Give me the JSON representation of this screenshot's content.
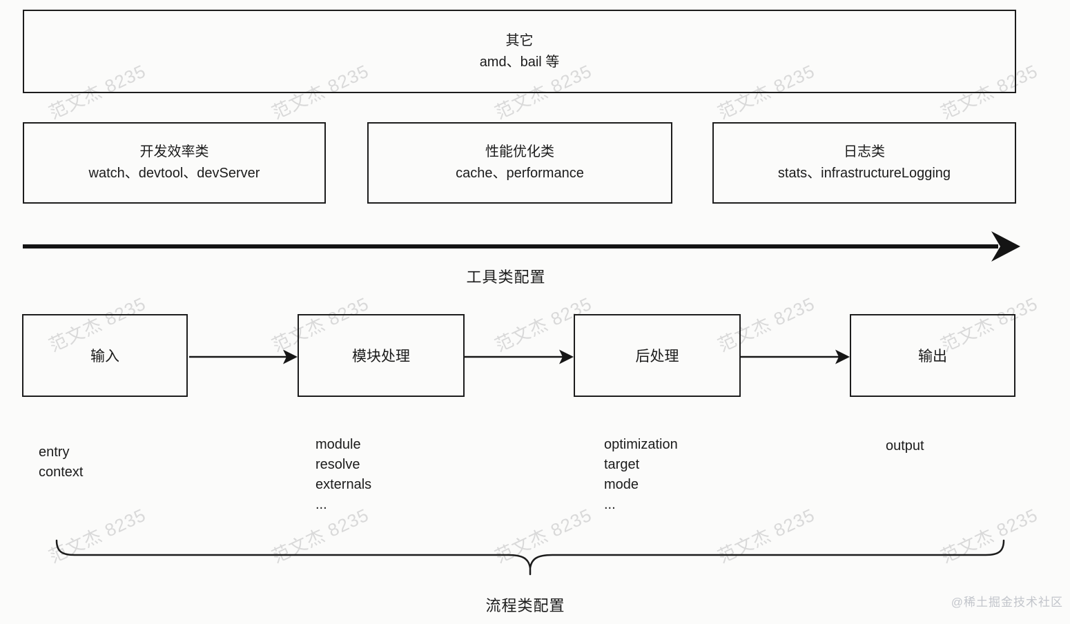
{
  "watermark": {
    "text": "范文杰 8235"
  },
  "credit": "@稀土掘金技术社区",
  "misc_box": {
    "title": "其它",
    "items": "amd、bail 等"
  },
  "tool_boxes": [
    {
      "title": "开发效率类",
      "items": "watch、devtool、devServer"
    },
    {
      "title": "性能优化类",
      "items": "cache、performance"
    },
    {
      "title": "日志类",
      "items": "stats、infrastructureLogging"
    }
  ],
  "tool_axis_label": "工具类配置",
  "flow": {
    "stages": [
      {
        "label": "输入",
        "configs": [
          "entry",
          "context"
        ]
      },
      {
        "label": "模块处理",
        "configs": [
          "module",
          "resolve",
          "externals",
          "..."
        ]
      },
      {
        "label": "后处理",
        "configs": [
          "optimization",
          "target",
          "mode",
          "..."
        ]
      },
      {
        "label": "输出",
        "configs": [
          "output"
        ]
      }
    ],
    "axis_label": "流程类配置"
  }
}
